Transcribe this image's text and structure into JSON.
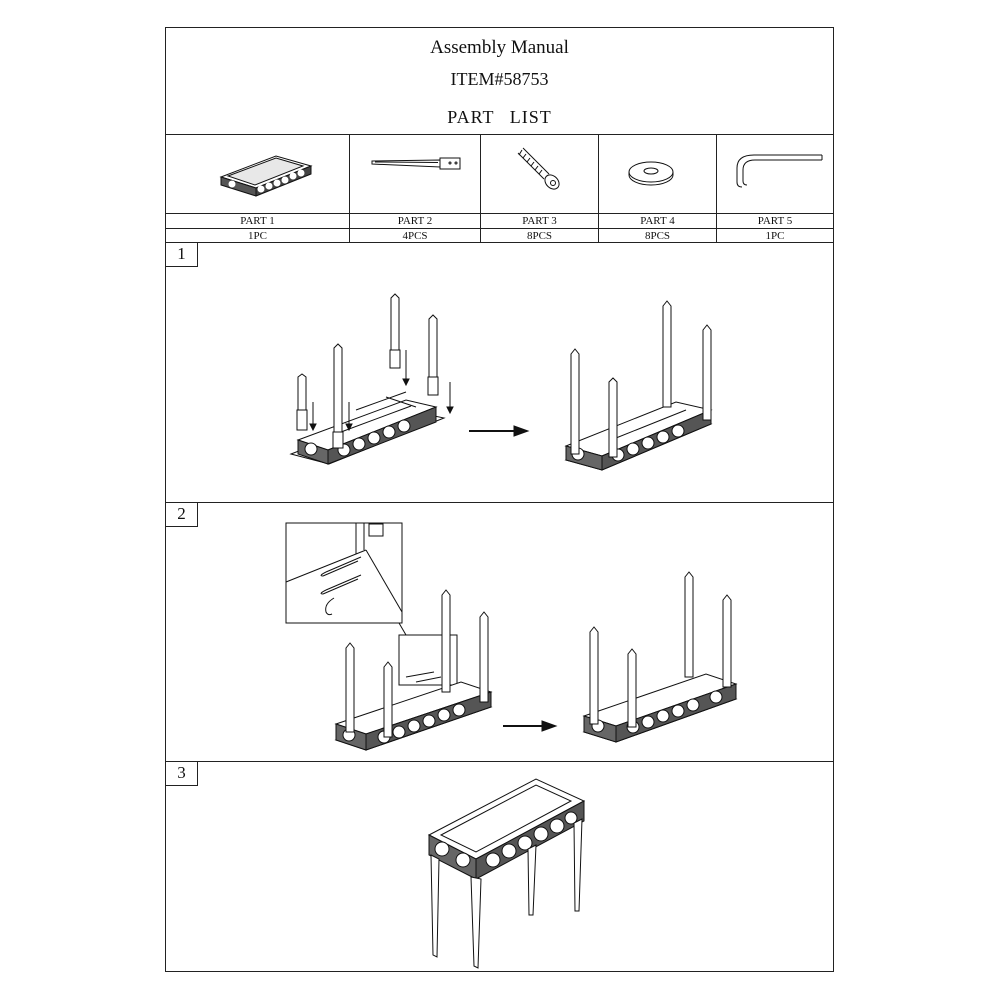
{
  "header": {
    "title": "Assembly Manual",
    "item": "ITEM#58753",
    "part_list": "PART   LIST"
  },
  "parts": [
    {
      "name": "PART 1",
      "qty": "1PC",
      "icon": "tabletop-frame-icon"
    },
    {
      "name": "PART 2",
      "qty": "4PCS",
      "icon": "leg-icon"
    },
    {
      "name": "PART 3",
      "qty": "8PCS",
      "icon": "bolt-icon"
    },
    {
      "name": "PART 4",
      "qty": "8PCS",
      "icon": "washer-icon"
    },
    {
      "name": "PART 5",
      "qty": "1PC",
      "icon": "allen-key-icon"
    }
  ],
  "steps": [
    {
      "number": "1"
    },
    {
      "number": "2"
    },
    {
      "number": "3"
    }
  ]
}
